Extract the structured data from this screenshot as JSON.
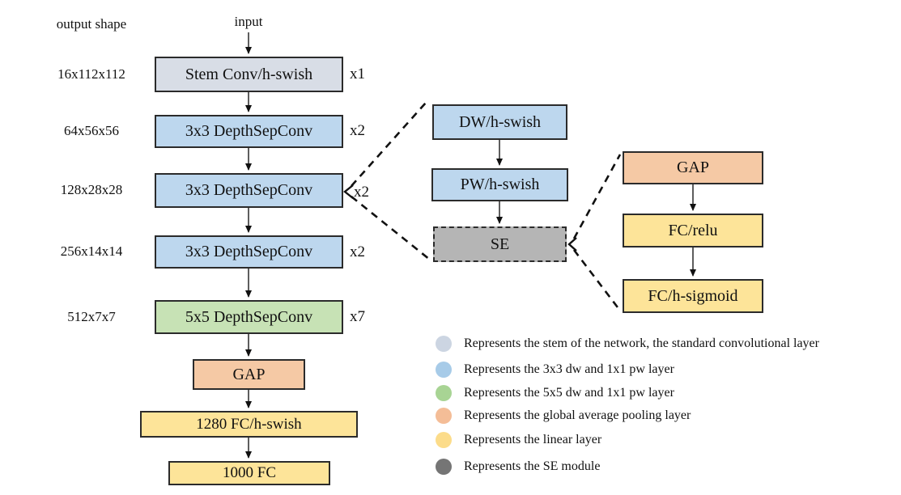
{
  "header": {
    "output_shape_label": "output shape",
    "input_label": "input"
  },
  "main_column": {
    "rows": [
      {
        "output_shape": "16x112x112",
        "label": "Stem Conv/h-swish",
        "multiplier": "x1",
        "color": "#d8dde6"
      },
      {
        "output_shape": "64x56x56",
        "label": "3x3 DepthSepConv",
        "multiplier": "x2",
        "color": "#bdd7ee"
      },
      {
        "output_shape": "128x28x28",
        "label": "3x3 DepthSepConv",
        "multiplier": "x2",
        "color": "#bdd7ee"
      },
      {
        "output_shape": "256x14x14",
        "label": "3x3 DepthSepConv",
        "multiplier": "x2",
        "color": "#bdd7ee"
      },
      {
        "output_shape": "512x7x7",
        "label": "5x5 DepthSepConv",
        "multiplier": "x7",
        "color": "#c7e2b5"
      }
    ],
    "tail": [
      {
        "label": "GAP",
        "color": "#f5c9a5"
      },
      {
        "label": "1280 FC/h-swish",
        "color": "#fde499"
      },
      {
        "label": "1000 FC",
        "color": "#fde499"
      }
    ]
  },
  "depthsep_detail": {
    "nodes": [
      {
        "label": "DW/h-swish",
        "color": "#bdd7ee"
      },
      {
        "label": "PW/h-swish",
        "color": "#bdd7ee"
      },
      {
        "label": "SE",
        "color": "#b5b5b5"
      }
    ]
  },
  "se_detail": {
    "nodes": [
      {
        "label": "GAP",
        "color": "#f5c9a5"
      },
      {
        "label": "FC/relu",
        "color": "#fde499"
      },
      {
        "label": "FC/h-sigmoid",
        "color": "#fde499"
      }
    ]
  },
  "legend": {
    "items": [
      {
        "color": "#ccd5e2",
        "text": "Represents the stem of the network, the standard convolutional layer"
      },
      {
        "color": "#a7cbe8",
        "text": "Represents the 3x3 dw and 1x1 pw layer"
      },
      {
        "color": "#a8d494",
        "text": "Represents the 5x5 dw and 1x1 pw layer"
      },
      {
        "color": "#f4bd97",
        "text": "Represents the global average pooling layer"
      },
      {
        "color": "#fcdc8a",
        "text": "Represents the linear layer"
      },
      {
        "color": "#757575",
        "text": "Represents the SE module"
      }
    ]
  }
}
